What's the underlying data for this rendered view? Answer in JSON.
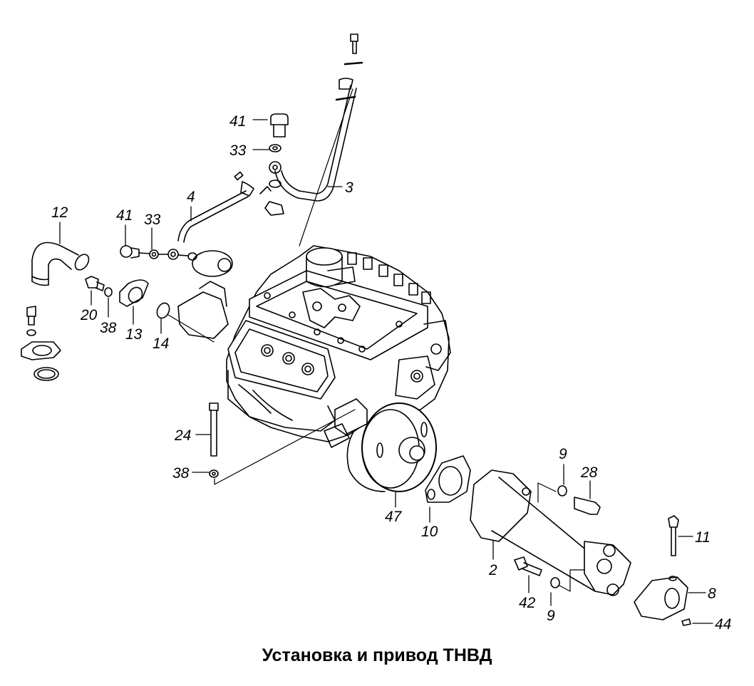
{
  "diagram": {
    "title": "Установка и привод ТНВД",
    "line_color": "#000000",
    "background": "#ffffff"
  },
  "callouts": [
    {
      "id": "c41a",
      "label": "41"
    },
    {
      "id": "c33a",
      "label": "33"
    },
    {
      "id": "c3",
      "label": "3"
    },
    {
      "id": "c4",
      "label": "4"
    },
    {
      "id": "c12",
      "label": "12"
    },
    {
      "id": "c41b",
      "label": "41"
    },
    {
      "id": "c33b",
      "label": "33"
    },
    {
      "id": "c20",
      "label": "20"
    },
    {
      "id": "c38a",
      "label": "38"
    },
    {
      "id": "c13",
      "label": "13"
    },
    {
      "id": "c14",
      "label": "14"
    },
    {
      "id": "c24",
      "label": "24"
    },
    {
      "id": "c38b",
      "label": "38"
    },
    {
      "id": "c47",
      "label": "47"
    },
    {
      "id": "c10",
      "label": "10"
    },
    {
      "id": "c9a",
      "label": "9"
    },
    {
      "id": "c28",
      "label": "28"
    },
    {
      "id": "c2",
      "label": "2"
    },
    {
      "id": "c11",
      "label": "11"
    },
    {
      "id": "c8",
      "label": "8"
    },
    {
      "id": "c42",
      "label": "42"
    },
    {
      "id": "c9b",
      "label": "9"
    },
    {
      "id": "c44",
      "label": "44"
    }
  ]
}
